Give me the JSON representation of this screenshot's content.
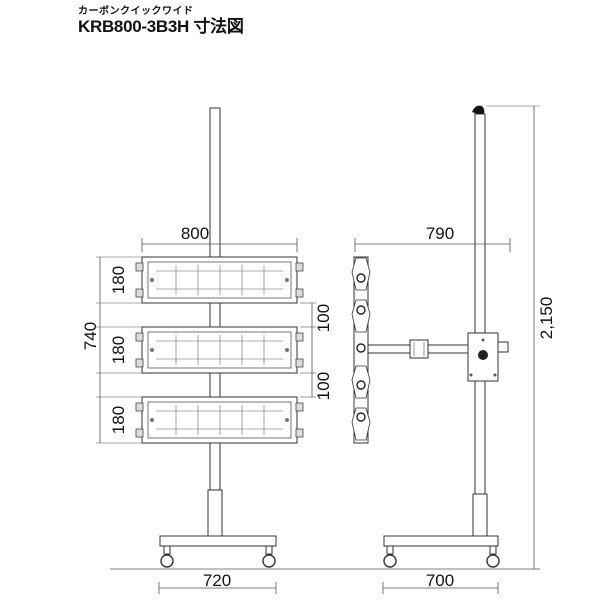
{
  "header": {
    "subtitle": "カーボンクイックワイド",
    "title": "KRB800-3B3H 寸法図"
  },
  "dimensions": {
    "width_panel": "800",
    "height_panel_1": "180",
    "height_panel_2": "180",
    "height_panel_3": "180",
    "total_panel_height": "740",
    "gap_1": "100",
    "gap_2": "100",
    "base_width_front": "720",
    "depth_reach": "790",
    "total_height": "2,150",
    "base_width_side": "700"
  }
}
